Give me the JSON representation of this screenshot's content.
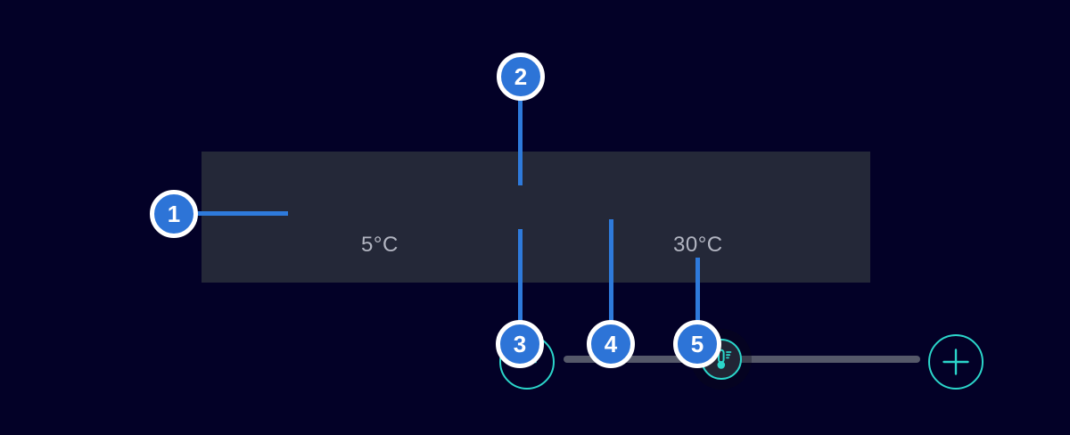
{
  "colors": {
    "background": "#030127",
    "panel": "#242838",
    "track": "#555869",
    "accent_teal": "#2bd5ca",
    "badge_blue": "#2d74d7",
    "connector_blue": "#2e7adb",
    "label_gray": "#b2b5c1",
    "badge_ring_white": "#ffffff"
  },
  "slider": {
    "min_label": "5°C",
    "max_label": "30°C",
    "value_percent": 44,
    "icons": {
      "decrease": "minus-icon",
      "increase": "plus-icon",
      "thumb": "thermometer-icon"
    }
  },
  "callouts": [
    {
      "number": "1"
    },
    {
      "number": "2"
    },
    {
      "number": "3"
    },
    {
      "number": "4"
    },
    {
      "number": "5"
    }
  ]
}
